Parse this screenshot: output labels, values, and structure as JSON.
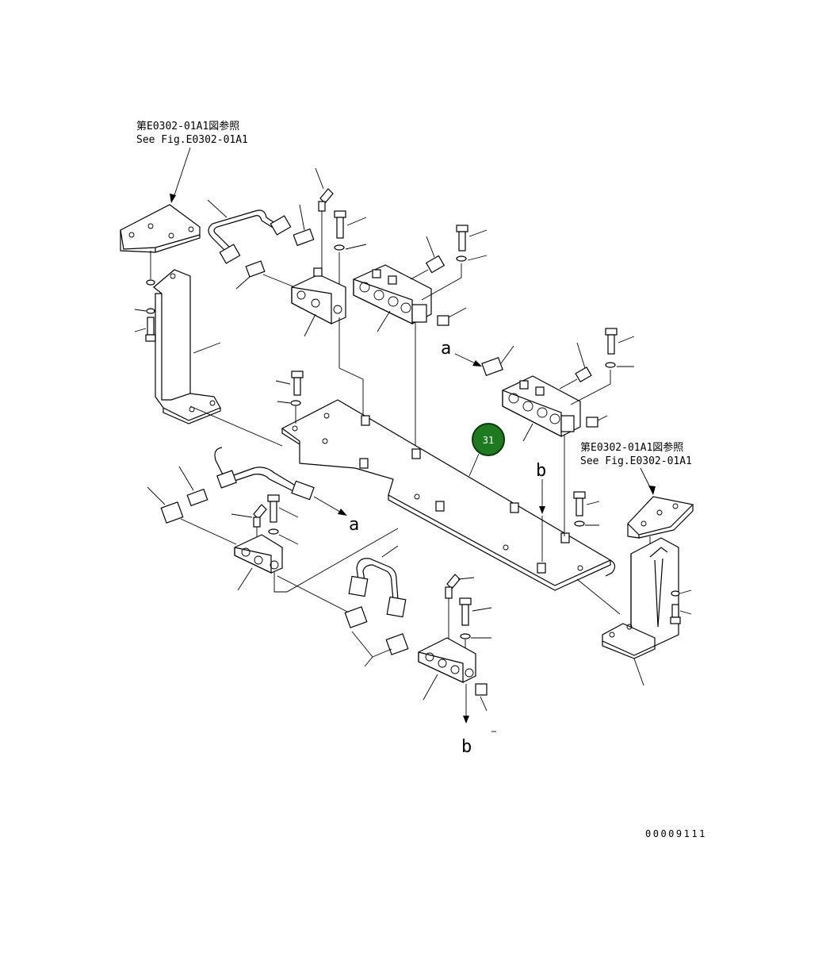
{
  "references": {
    "top_left_jp": "第E0302-01A1図参照",
    "top_left_en": "See Fig.E0302-01A1",
    "right_jp": "第E0302-01A1図参照",
    "right_en": "See Fig.E0302-01A1"
  },
  "callout": {
    "number": "31",
    "fill": "#1e7a1e"
  },
  "markers": {
    "a1": "a",
    "a2": "a",
    "b1": "b",
    "b2": "b"
  },
  "drawing_number": "00009111"
}
